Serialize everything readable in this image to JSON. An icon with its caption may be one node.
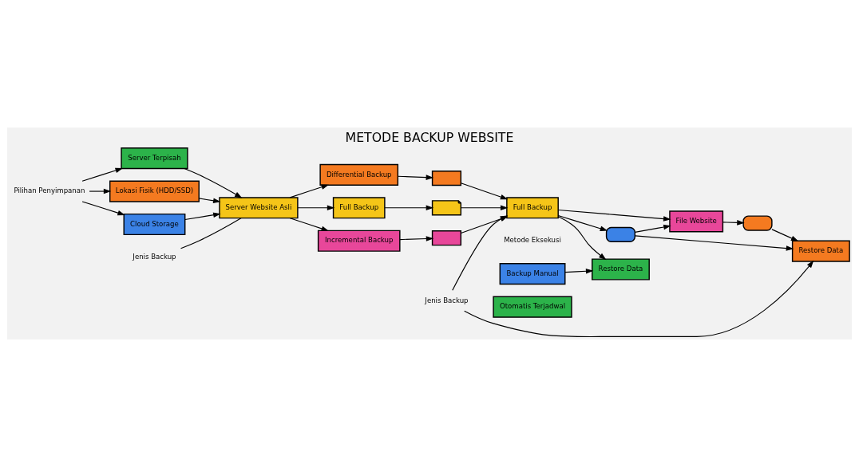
{
  "diagram": {
    "title": "METODE BACKUP WEBSITE",
    "nodes": [
      {
        "text": [
          "Pilihan Penyimpanan"
        ]
      },
      {
        "text": [
          "Lokasi Fisik (HDD/SSD)"
        ]
      },
      {
        "text": [
          "Cloud Storage"
        ]
      },
      {
        "text": [
          "Server Terpisah"
        ]
      },
      {
        "text": [
          "Jenis Backup"
        ]
      },
      {
        "text": [
          "Server Website Asli"
        ]
      },
      {
        "text": [
          "Full Backup"
        ]
      },
      {
        "text": [
          "Incremental Backup"
        ]
      },
      {
        "text": [
          "Differential Backup"
        ]
      },
      {
        "text": [],
        "shape": "document"
      },
      {
        "text": [],
        "shape": "box"
      },
      {
        "text": [],
        "shape": "box"
      },
      {
        "text": [
          "Jenis Backup"
        ]
      },
      {
        "text": [
          "Full Backup"
        ]
      },
      {
        "text": [],
        "shape": "box"
      },
      {
        "text": [
          "File Website"
        ]
      },
      {
        "text": [],
        "shape": "box"
      },
      {
        "text": [
          "Restore Data"
        ]
      },
      {
        "text": [
          "Restore Data"
        ]
      },
      {
        "text": [
          "Backup Manual"
        ]
      },
      {
        "text": [
          "Otomatis Terjadwal"
        ]
      }
    ],
    "edges": [
      {
        "from": 0,
        "to": 1,
        "arrow": "to"
      },
      {
        "from": 0,
        "to": 2,
        "arrow": "to"
      },
      {
        "from": 0,
        "to": 3,
        "arrow": "to"
      },
      {
        "from": 1,
        "to": 5,
        "arrow": "to"
      },
      {
        "from": 2,
        "to": 5,
        "arrow": "to"
      },
      {
        "from": 3,
        "to": 5,
        "arrow": "to"
      },
      {
        "from": 4,
        "to": 5,
        "arrow": "none"
      },
      {
        "from": 5,
        "to": 6,
        "arrow": "to"
      },
      {
        "from": 5,
        "to": 7,
        "arrow": "to"
      },
      {
        "from": 5,
        "to": 8,
        "arrow": "to"
      },
      {
        "from": 6,
        "to": 9,
        "arrow": "to"
      },
      {
        "from": 7,
        "to": 10,
        "arrow": "to"
      },
      {
        "from": 8,
        "to": 11,
        "arrow": "to"
      },
      {
        "from": 9,
        "to": 13,
        "arrow": "to"
      },
      {
        "from": 10,
        "to": 13,
        "arrow": "to"
      },
      {
        "from": 11,
        "to": 13,
        "arrow": "to"
      },
      {
        "from": 12,
        "to": 13,
        "arrow": "to"
      },
      {
        "from": 12,
        "to": 17,
        "arrow": "to"
      },
      {
        "from": 13,
        "to": 14,
        "arrow": "to"
      },
      {
        "from": 13,
        "to": 15,
        "arrow": "to"
      },
      {
        "from": 14,
        "to": 15,
        "arrow": "to"
      },
      {
        "from": 15,
        "to": 16,
        "arrow": "to"
      },
      {
        "from": 14,
        "to": 17,
        "arrow": "to"
      },
      {
        "from": 16,
        "to": 17,
        "arrow": "to"
      },
      {
        "from": 13,
        "to": 18,
        "arrow": "to"
      },
      {
        "from": 19,
        "to": 18,
        "arrow": "to"
      }
    ],
    "labels": [
      "Metode Eksekusi"
    ]
  }
}
